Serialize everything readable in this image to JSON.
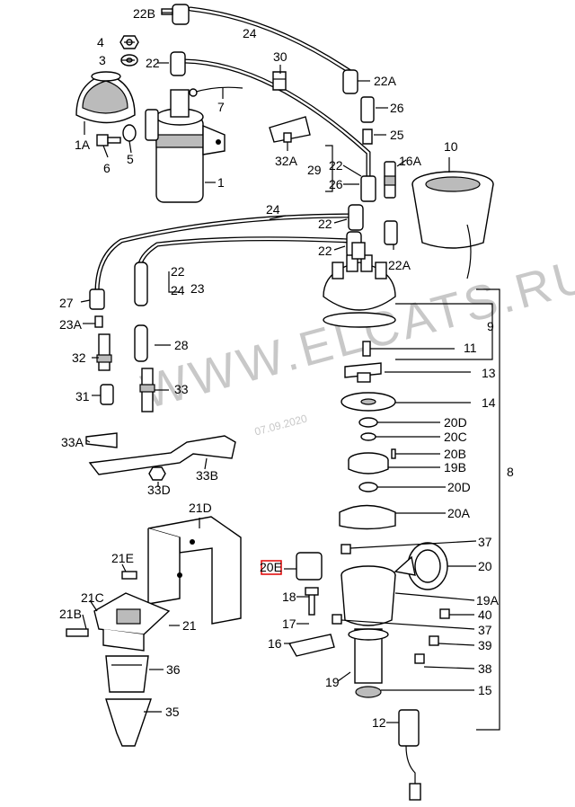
{
  "watermark": {
    "text": "WWW.ELCATS.RU",
    "date": "07.09.2020"
  },
  "highlight_color": "#e00000",
  "labels": {
    "p22B": "22B",
    "p24a": "24",
    "p4": "4",
    "p3": "3",
    "p22a": "22",
    "p30": "30",
    "p22Aa": "22A",
    "p26a": "26",
    "p25": "25",
    "p7": "7",
    "p1A": "1A",
    "p6": "6",
    "p5": "5",
    "p1": "1",
    "p32A": "32A",
    "p29": "29",
    "p22b": "22",
    "p26b": "26",
    "p16A": "16A",
    "p10": "10",
    "p24b": "24",
    "p22c": "22",
    "p22d": "22",
    "p22Ab": "22A",
    "p22e": "22",
    "p24c": "24",
    "p23": "23",
    "p27": "27",
    "p9": "9",
    "p23A": "23A",
    "p11": "11",
    "p28": "28",
    "p32": "32",
    "p13": "13",
    "p33": "33",
    "p31": "31",
    "p14": "14",
    "p20D1": "20D",
    "p20C": "20C",
    "p20B": "20B",
    "p33A": "33A",
    "p19B": "19B",
    "p8": "8",
    "p33B": "33B",
    "p33D": "33D",
    "p20D2": "20D",
    "p21D": "21D",
    "p20A": "20A",
    "p37a": "37",
    "p21E": "21E",
    "p20E": "20E",
    "p20": "20",
    "p18": "18",
    "p21C": "21C",
    "p19A": "19A",
    "p21B": "21B",
    "p21": "21",
    "p40": "40",
    "p17": "17",
    "p37b": "37",
    "p16": "16",
    "p39": "39",
    "p36": "36",
    "p19": "19",
    "p38": "38",
    "p15": "15",
    "p35": "35",
    "p12": "12"
  }
}
